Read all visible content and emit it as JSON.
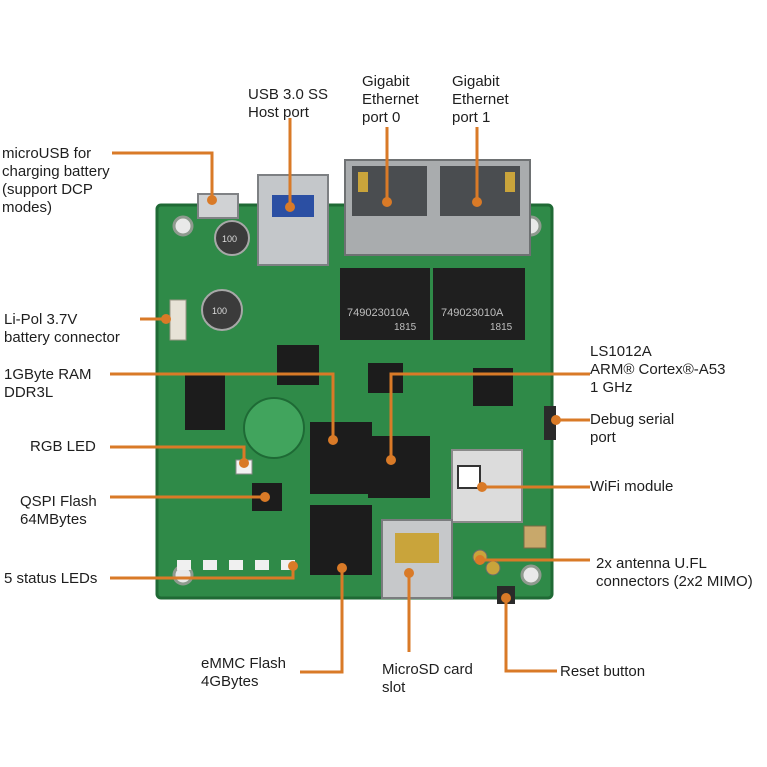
{
  "colors": {
    "pcb": "#2f8a48",
    "pcb_dark": "#1f6a35",
    "leader": "#d97a27",
    "chip": "#1a1a1a",
    "metal": "#b9bcbf",
    "text": "#1e1e1e"
  },
  "board": {
    "silkscreen": {
      "eth_chip_0": "749023010A",
      "eth_chip_0_sub": "1815",
      "eth_chip_1": "749023010A",
      "eth_chip_1_sub": "1815",
      "cap_1": "100",
      "cap_2": "100"
    }
  },
  "labels": {
    "usb30": "USB 3.0 SS\nHost port",
    "gbe0": "Gigabit\nEthernet\nport 0",
    "gbe1": "Gigabit\nEthernet\nport 1",
    "microusb": "microUSB for\ncharging battery\n(support DCP\nmodes)",
    "lipol": "Li-Pol 3.7V\nbattery connector",
    "ram": "1GByte RAM\nDDR3L",
    "soc": "LS1012A\nARM® Cortex®-A53\n1 GHz",
    "rgb": "RGB LED",
    "debug": "Debug serial\nport",
    "qspi": "QSPI Flash\n64MBytes",
    "wifi": "WiFi module",
    "leds": "5 status LEDs",
    "antenna": "2x antenna U.FL\nconnectors (2x2 MIMO)",
    "emmc": "eMMC Flash\n4GBytes",
    "microsd": "MicroSD card\nslot",
    "reset": "Reset button"
  }
}
